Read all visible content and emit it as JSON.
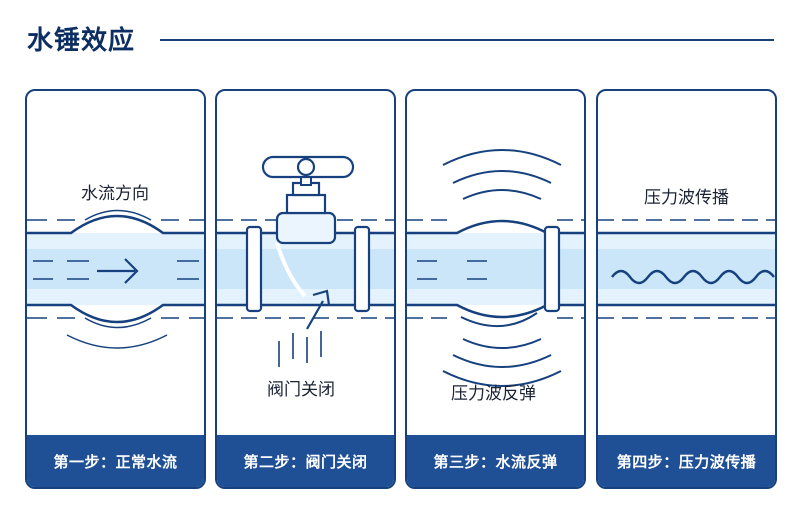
{
  "title": "水锤效应",
  "colors": {
    "navy": "#16417e",
    "bar": "#1f4f95",
    "water": "#cbe6f9",
    "water_light": "#e7f4fd"
  },
  "panels": [
    {
      "label": "水流方向",
      "step": "第一步：正常水流"
    },
    {
      "label": "阀门关闭",
      "step": "第二步：阀门关闭"
    },
    {
      "label": "压力波反弹",
      "step": "第三步：水流反弹"
    },
    {
      "label": "压力波传播",
      "step": "第四步：压力波传播"
    }
  ]
}
